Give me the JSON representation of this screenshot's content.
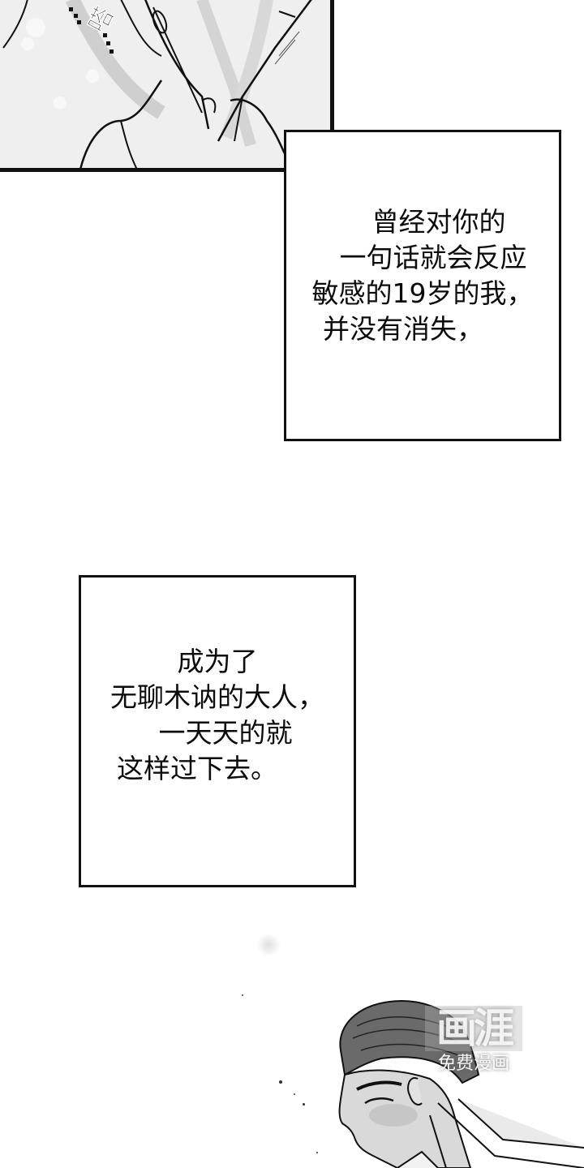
{
  "top_panel": {
    "sfx": "嗒",
    "description": "close-up of hands gripping shirt collar"
  },
  "captions": [
    {
      "lines": [
        "曾经对你的",
        "一句话就会反应",
        "敏感的19岁的我，",
        "并没有消失，"
      ]
    },
    {
      "lines": [
        "成为了",
        "无聊木讷的大人，",
        "一天天的就",
        "这样过下去。"
      ]
    }
  ],
  "bottom_panel": {
    "description": "man with slicked hair looking down, blushing"
  },
  "watermark": {
    "logo": "画涯",
    "subtitle": "免费漫画"
  },
  "colors": {
    "ink": "#111111",
    "paper": "#ffffff",
    "tone": "#ececec"
  }
}
